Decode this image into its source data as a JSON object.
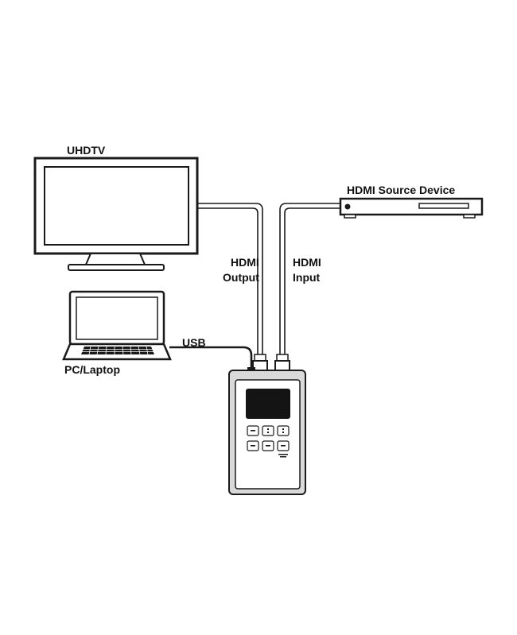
{
  "labels": {
    "uhdtv": "UHDTV",
    "source_device": "HDMI Source Device",
    "hdmi_output_line1": "HDMI",
    "hdmi_output_line2": "Output",
    "hdmi_input_line1": "HDMI",
    "hdmi_input_line2": "Input",
    "usb": "USB",
    "pc_laptop": "PC/Laptop"
  },
  "colors": {
    "outline": "#1a1a1a",
    "device_body": "#d9d9d9",
    "device_face": "#ffffff",
    "screen": "#141414",
    "cable_fill": "#ffffff"
  },
  "icons": {
    "tv": "monitor-icon",
    "source": "set-top-box-icon",
    "laptop": "laptop-icon",
    "device": "hdmi-analyzer-device-icon"
  }
}
